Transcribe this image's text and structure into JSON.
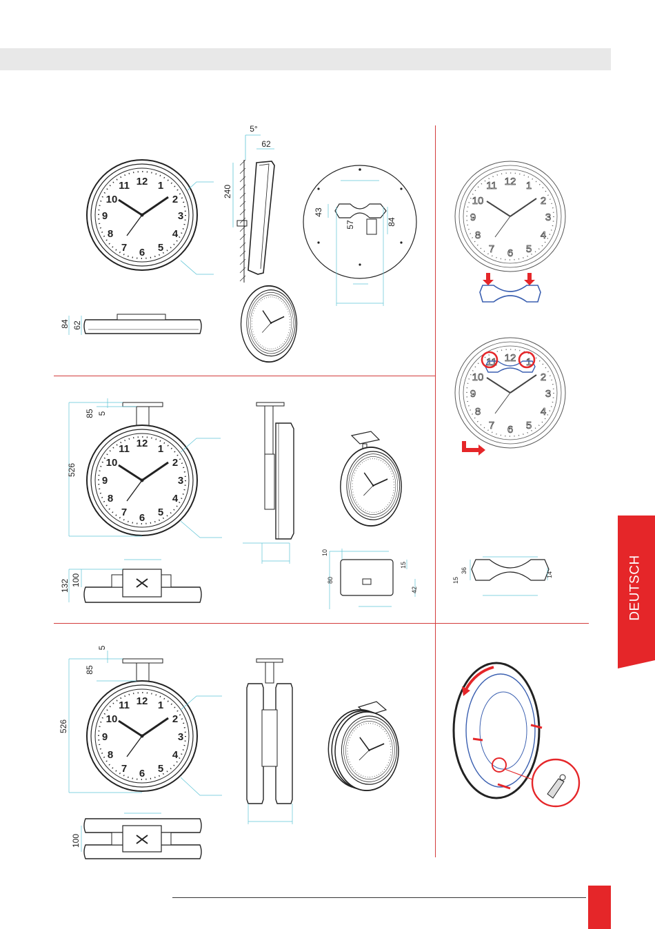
{
  "language_tab": "DEUTSCH",
  "colors": {
    "accent": "#e52629",
    "divider": "#d23a3a",
    "dimension": "#5cc4d6",
    "drawing": "#222222",
    "bracket": "#3a5fb0",
    "banner": "#e8e8e8"
  },
  "clock_numerals": [
    "12",
    "1",
    "2",
    "3",
    "4",
    "5",
    "6",
    "7",
    "8",
    "9",
    "10",
    "11"
  ],
  "section1": {
    "dims": {
      "angle": "5°",
      "depth": "62",
      "height": "240",
      "bracket_h": "43",
      "bracket_w": "57",
      "bracket_d": "84",
      "side_a": "84",
      "side_b": "62"
    }
  },
  "section2": {
    "dims": {
      "total": "526",
      "stem": "85",
      "plate": "5",
      "side_a": "132",
      "side_b": "100",
      "plate_t": "10",
      "plate_h": "80",
      "plate_m": "15",
      "plate_b": "42"
    }
  },
  "section3": {
    "dims": {
      "plate": "5",
      "stem": "85",
      "total": "526",
      "side": "100"
    }
  },
  "bracket_detail": {
    "d1": "36",
    "d2": "15",
    "d3": "14"
  }
}
